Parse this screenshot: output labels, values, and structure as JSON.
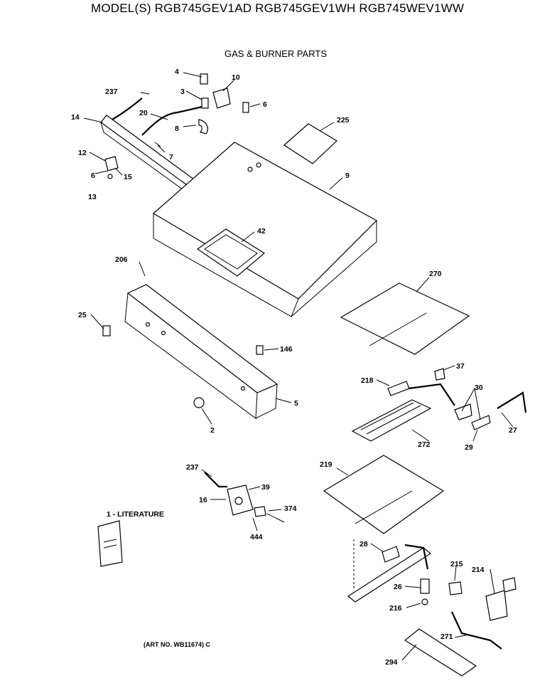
{
  "header": {
    "title": "MODEL(S) RGB745GEV1AD  RGB745GEV1WH  RGB745WEV1WW",
    "subtitle": "GAS & BURNER PARTS"
  },
  "footer": {
    "art_no": "(ART NO. WB11674) C"
  },
  "callouts": {
    "p4": "4",
    "p10": "10",
    "p237a": "237",
    "p3": "3",
    "p6": "6",
    "p14": "14",
    "p20": "20",
    "p8": "8",
    "p225": "225",
    "p12": "12",
    "p7": "7",
    "p9": "9",
    "p6b": "6",
    "p15": "15",
    "p13": "13",
    "p42": "42",
    "p206": "206",
    "p270": "270",
    "p25": "25",
    "p146": "146",
    "p37": "37",
    "p218": "218",
    "p30": "30",
    "p5": "5",
    "p2": "2",
    "p27": "27",
    "p272": "272",
    "p29": "29",
    "p219": "219",
    "p237b": "237",
    "p39": "39",
    "p16": "16",
    "p374": "374",
    "p444": "444",
    "p1": "1 - LITERATURE",
    "p28": "28",
    "p215": "215",
    "p214": "214",
    "p26": "26",
    "p216": "216",
    "p271": "271",
    "p294": "294"
  }
}
